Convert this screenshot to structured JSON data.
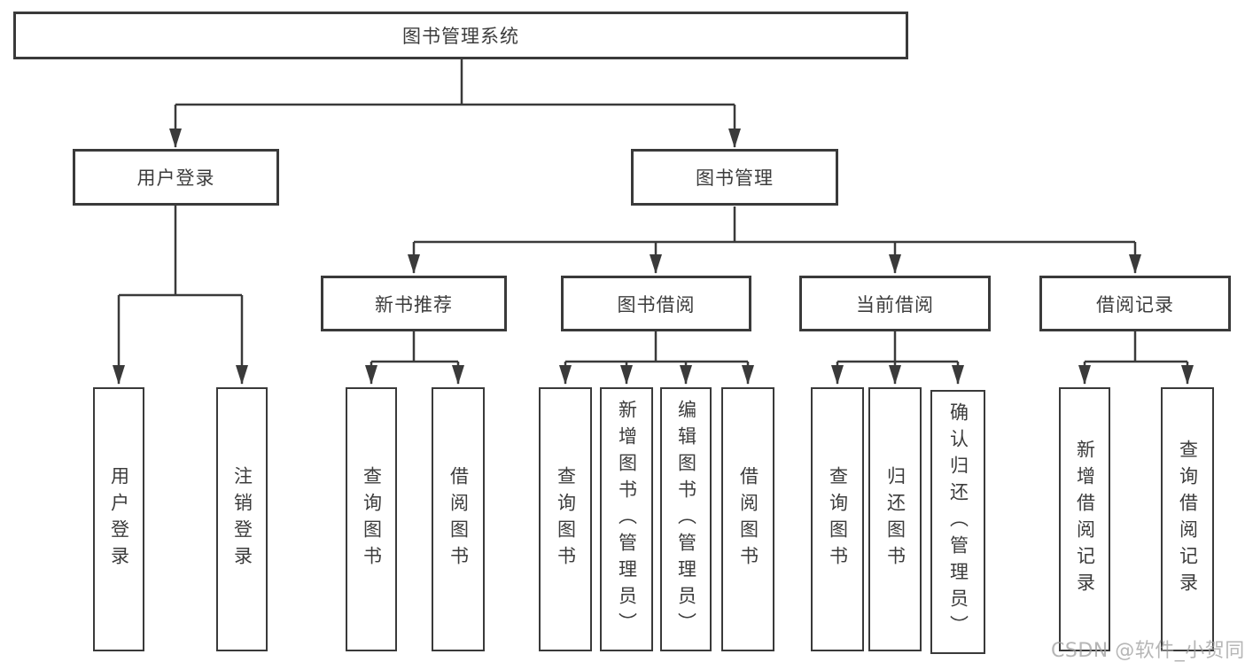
{
  "title": "图书管理系统",
  "colors": {
    "line": "#3a3a3a",
    "box_border": "#3a3a3a",
    "box_bg": "#ffffff",
    "text": "#3c3c3c",
    "watermark": "#9e9e9e"
  },
  "tree": {
    "root": {
      "label": "图书管理系统"
    },
    "branches": [
      {
        "label": "用户登录",
        "children": [
          {
            "label": "用户登录"
          },
          {
            "label": "注销登录"
          }
        ]
      },
      {
        "label": "图书管理",
        "children": [
          {
            "label": "新书推荐",
            "children": [
              {
                "label": "查询图书"
              },
              {
                "label": "借阅图书"
              }
            ]
          },
          {
            "label": "图书借阅",
            "children": [
              {
                "label": "查询图书"
              },
              {
                "label": "新增图书（管理员）"
              },
              {
                "label": "编辑图书（管理员）"
              },
              {
                "label": "借阅图书"
              }
            ]
          },
          {
            "label": "当前借阅",
            "children": [
              {
                "label": "查询图书"
              },
              {
                "label": "归还图书"
              },
              {
                "label": "确认归还（管理员）"
              }
            ]
          },
          {
            "label": "借阅记录",
            "children": [
              {
                "label": "新增借阅记录"
              },
              {
                "label": "查询借阅记录"
              }
            ]
          }
        ]
      }
    ]
  },
  "watermark": {
    "text": "CSDN @软件_小贺同学"
  }
}
